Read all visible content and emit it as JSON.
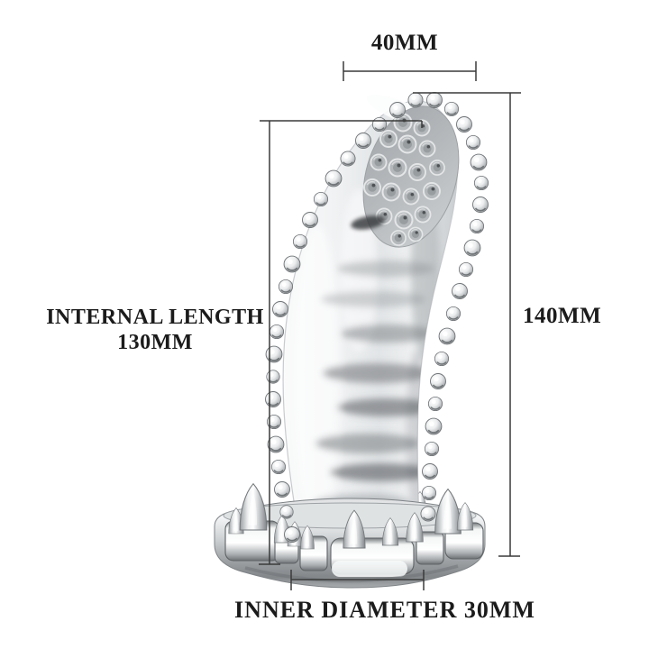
{
  "labels": {
    "top_width": "40MM",
    "side_height": "140MM",
    "internal_length_line1": "INTERNAL LENGTH",
    "internal_length_line2": "130MM",
    "inner_diameter": "INNER DIAMETER 30MM"
  },
  "measurements": [
    {
      "name": "tip-width",
      "label": "40MM",
      "value_mm": 40,
      "position": "top"
    },
    {
      "name": "overall-height",
      "label": "140MM",
      "value_mm": 140,
      "position": "right"
    },
    {
      "name": "internal-length",
      "label": "INTERNAL LENGTH 130MM",
      "value_mm": 130,
      "position": "left"
    },
    {
      "name": "inner-diameter",
      "label": "INNER DIAMETER 30MM",
      "value_mm": 30,
      "position": "bottom"
    }
  ],
  "colors": {
    "text": "#1b1b1b",
    "dimension_line": "#3a3a3a",
    "background": "#ffffff",
    "product_light": "#f4f6f6",
    "product_mid": "#c7cacd",
    "product_dark": "#8b8f92"
  }
}
